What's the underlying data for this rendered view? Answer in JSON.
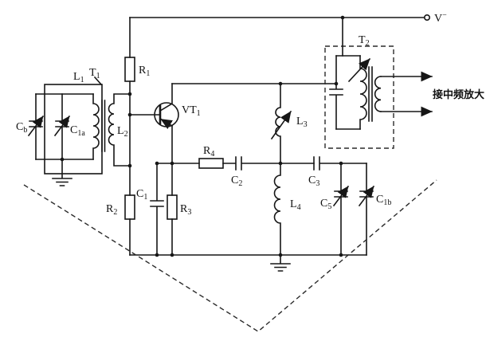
{
  "colors": {
    "line": "#161616",
    "background": "#ffffff"
  },
  "labels": {
    "supply": {
      "base": "V",
      "sup": "−"
    },
    "r1": {
      "base": "R",
      "sub": "1"
    },
    "l1": {
      "base": "L",
      "sub": "1"
    },
    "t1": {
      "base": "T",
      "sub": "1"
    },
    "cb": {
      "base": "C",
      "sub": "b"
    },
    "c1a": {
      "base": "C",
      "sub": "1a"
    },
    "l2": {
      "base": "L",
      "sub": "2"
    },
    "vt1": {
      "base": "VT",
      "sub": "1"
    },
    "r4": {
      "base": "R",
      "sub": "4"
    },
    "c2": {
      "base": "C",
      "sub": "2"
    },
    "c3": {
      "base": "C",
      "sub": "3"
    },
    "l3": {
      "base": "L",
      "sub": "3"
    },
    "t2": {
      "base": "T",
      "sub": "2"
    },
    "l4": {
      "base": "L",
      "sub": "4"
    },
    "c5": {
      "base": "C",
      "sub": "5"
    },
    "c1b": {
      "base": "C",
      "sub": "1b"
    },
    "r2": {
      "base": "R",
      "sub": "2"
    },
    "c1": {
      "base": "C",
      "sub": "1"
    },
    "r3": {
      "base": "R",
      "sub": "3"
    },
    "if_output": {
      "base": "接中频放大"
    }
  }
}
